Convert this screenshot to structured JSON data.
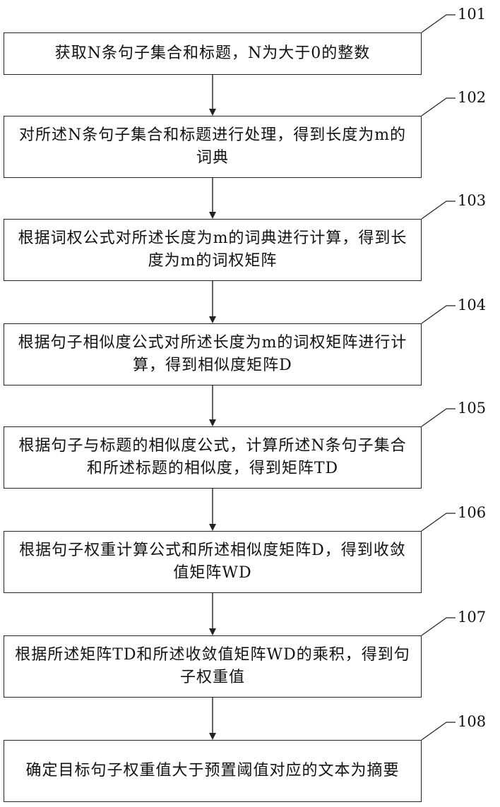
{
  "steps": [
    {
      "number": "101",
      "text": "获取N条句子集合和标题，N为大于0的整数"
    },
    {
      "number": "102",
      "text": "对所述N条句子集合和标题进行处理，得到长度为m的词典"
    },
    {
      "number": "103",
      "text": "根据词权公式对所述长度为m的词典进行计算，得到长度为m的词权矩阵"
    },
    {
      "number": "104",
      "text": "根据句子相似度公式对所述长度为m的词权矩阵进行计算，得到相似度矩阵D"
    },
    {
      "number": "105",
      "text": "根据句子与标题的相似度公式，计算所述N条句子集合和所述标题的相似度，得到矩阵TD"
    },
    {
      "number": "106",
      "text": "根据句子权重计算公式和所述相似度矩阵D，得到收敛值矩阵WD"
    },
    {
      "number": "107",
      "text": "根据所述矩阵TD和所述收敛值矩阵WD的乘积，得到句子权重值"
    },
    {
      "number": "108",
      "text": "确定目标句子权重值大于预置阈值对应的文本为摘要"
    }
  ]
}
